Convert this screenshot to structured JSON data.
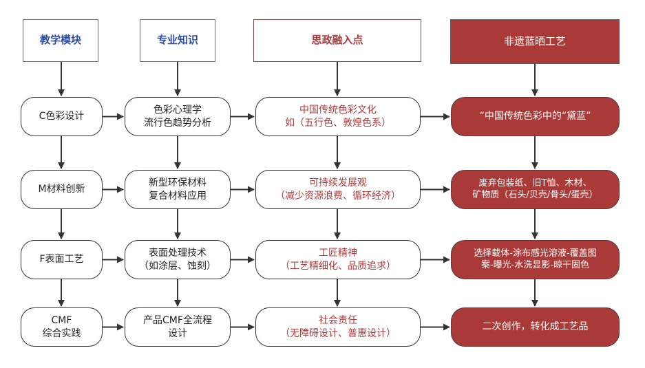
{
  "columns": [
    {
      "header": "教学模块",
      "nodes": [
        "C色彩设计",
        "M材料创新",
        "F表面工艺",
        "CMF\n综合实践"
      ]
    },
    {
      "header": "专业知识",
      "nodes": [
        "色彩心理学\n流行色趋势分析",
        "新型环保材料\n复合材料应用",
        "表面处理技术\n（如涂层、蚀刻）",
        "产品CMF全流程\n设计"
      ]
    },
    {
      "header": "思政融入点",
      "nodes": [
        "中国传统色彩文化\n如（五行色、敦煌色系）",
        "可持续发展观\n（减少资源浪费、循环经济）",
        "工匠精神\n（工艺精细化、品质追求）",
        "社会责任\n（无障碍设计、普惠设计）"
      ]
    },
    {
      "header": "非遗蓝晒工艺",
      "nodes": [
        "“中国传统色彩中的“黛蓝”",
        "废弃包装纸、旧T恤、木材、\n矿物质（石头/贝壳/骨头/蛋壳）",
        "选择载体-涂布感光溶液-覆盖图\n案-曝光-水洗显影-晾干固色",
        "二次创作，转化成工艺品"
      ]
    }
  ],
  "colors": {
    "blue_text": "#2f4ea3",
    "red_text": "#b03a3a",
    "dark_red_fill": "#a93a38",
    "arrow": "#333333"
  }
}
